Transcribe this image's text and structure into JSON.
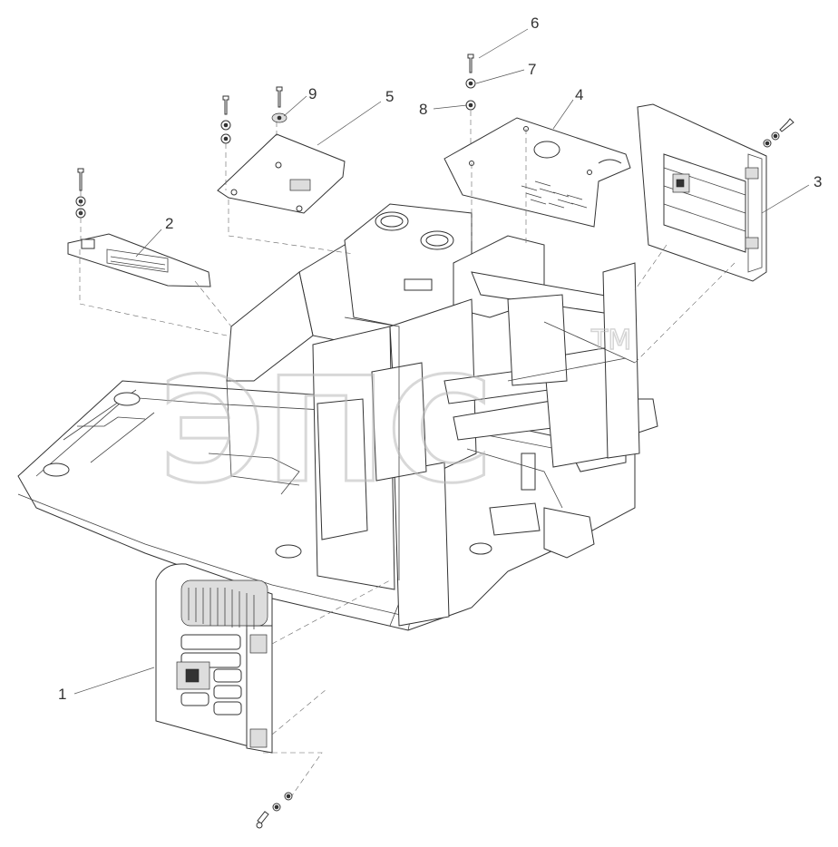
{
  "callouts": [
    {
      "id": "1",
      "label": "1"
    },
    {
      "id": "2",
      "label": "2"
    },
    {
      "id": "3",
      "label": "3"
    },
    {
      "id": "4",
      "label": "4"
    },
    {
      "id": "5",
      "label": "5"
    },
    {
      "id": "6",
      "label": "6"
    },
    {
      "id": "7",
      "label": "7"
    },
    {
      "id": "8",
      "label": "8"
    },
    {
      "id": "9",
      "label": "9"
    }
  ],
  "watermark": {
    "text": "ЭПС",
    "trademark": "TM"
  },
  "colors": {
    "line": "#333333",
    "watermark": "#b9b9b9",
    "background": "#ffffff"
  }
}
